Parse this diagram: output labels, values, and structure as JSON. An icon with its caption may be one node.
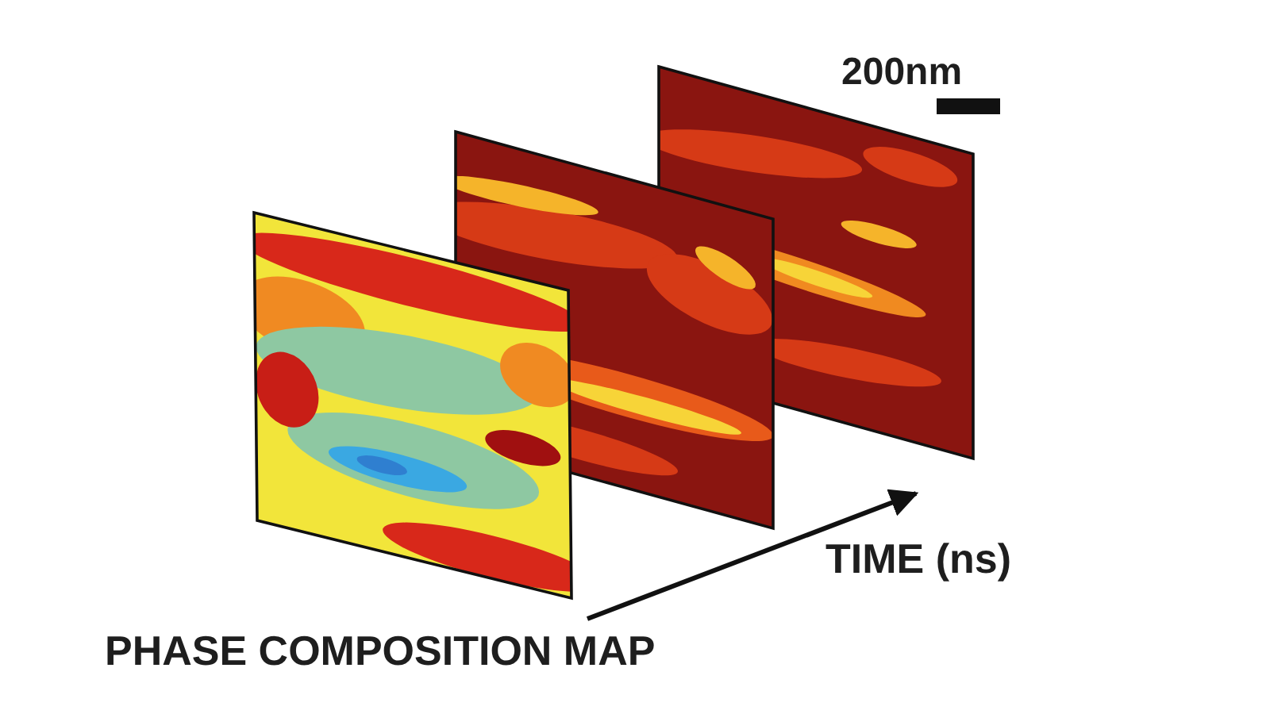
{
  "diagram": {
    "labels": [
      "200nm",
      "TIME (ns)",
      "PHASE COMPOSITION MAP"
    ]
  }
}
